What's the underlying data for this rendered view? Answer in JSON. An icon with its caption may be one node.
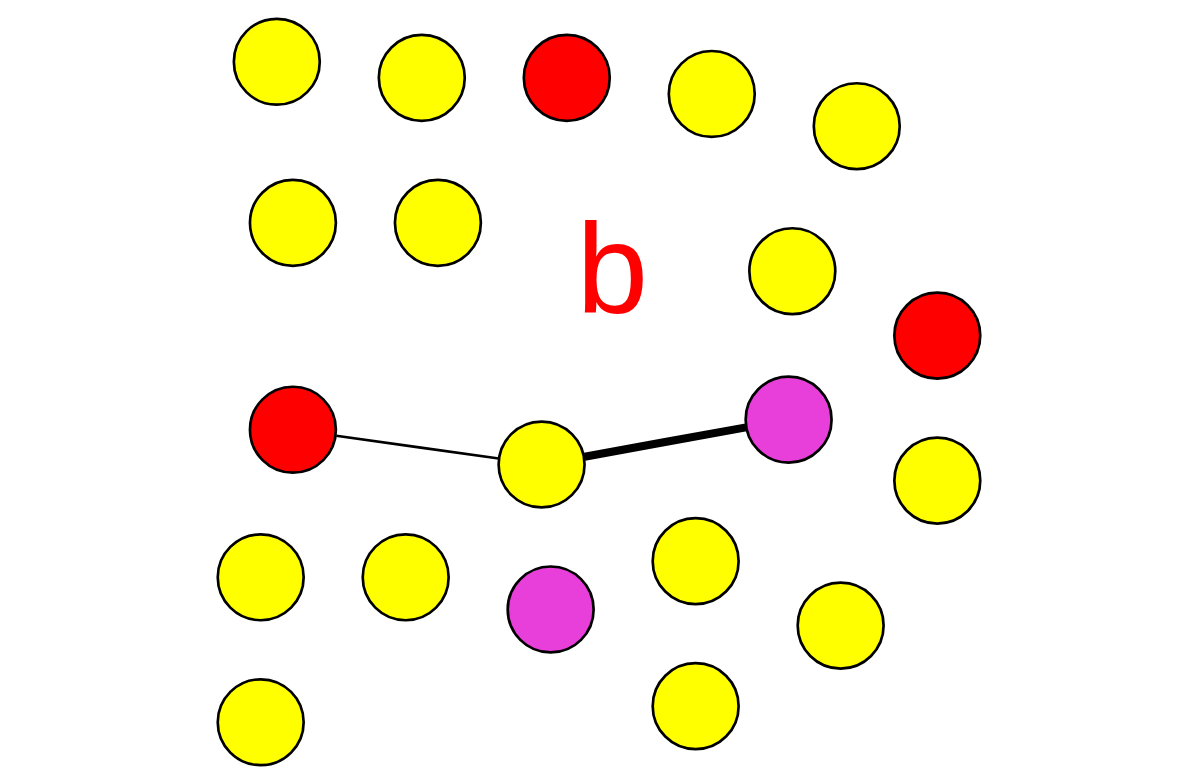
{
  "diagram": {
    "nodes": [
      {
        "text": [],
        "shape": "circle"
      },
      {
        "text": [],
        "shape": "circle"
      },
      {
        "text": [],
        "shape": "circle"
      },
      {
        "text": [],
        "shape": "circle"
      },
      {
        "text": [],
        "shape": "circle"
      },
      {
        "text": [],
        "shape": "circle"
      },
      {
        "text": [],
        "shape": "circle"
      },
      {
        "text": [],
        "shape": "circle"
      },
      {
        "text": [],
        "shape": "circle"
      },
      {
        "text": [],
        "shape": "circle"
      },
      {
        "text": [],
        "shape": "circle"
      },
      {
        "text": [],
        "shape": "circle"
      },
      {
        "text": [],
        "shape": "circle"
      },
      {
        "text": [],
        "shape": "circle"
      },
      {
        "text": [],
        "shape": "circle"
      },
      {
        "text": [],
        "shape": "circle"
      },
      {
        "text": [],
        "shape": "circle"
      },
      {
        "text": [],
        "shape": "circle"
      },
      {
        "text": [],
        "shape": "circle"
      },
      {
        "text": [],
        "shape": "circle"
      }
    ],
    "edges": [
      {
        "from": 10,
        "to": 18,
        "arrow": "none"
      },
      {
        "from": 18,
        "to": 16,
        "arrow": "none",
        "style": "thick"
      }
    ],
    "labels": [
      "b"
    ]
  }
}
